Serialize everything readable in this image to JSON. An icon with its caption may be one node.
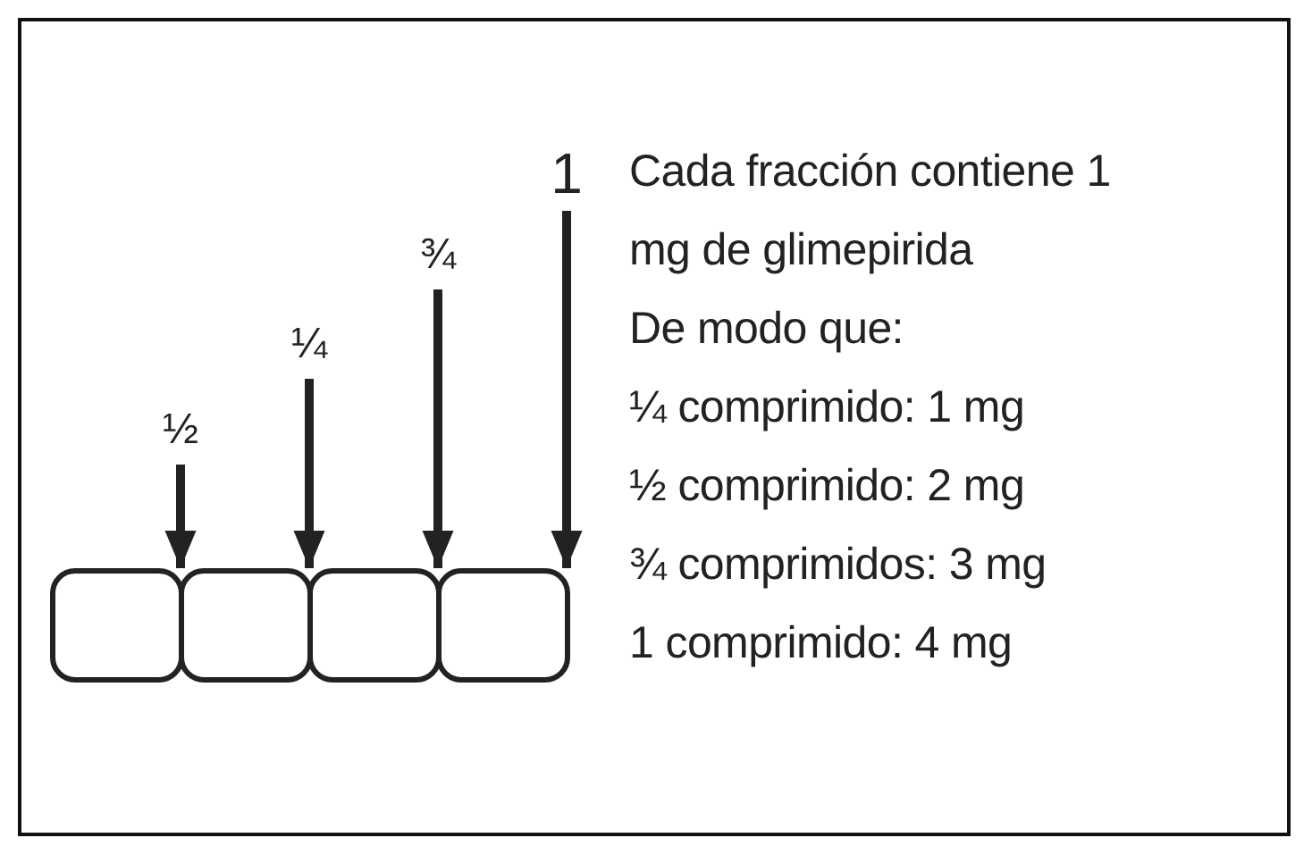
{
  "diagram": {
    "nodes": [
      {
        "text": [
          "½"
        ]
      },
      {
        "text": [
          "¼"
        ]
      },
      {
        "text": [
          "¾"
        ]
      },
      {
        "text": [
          "1"
        ]
      },
      {
        "text": [],
        "shape": "box"
      },
      {
        "text": [],
        "shape": "box"
      },
      {
        "text": [],
        "shape": "box"
      },
      {
        "text": [],
        "shape": "box"
      }
    ],
    "edges": [
      {
        "from": 0,
        "to": 4,
        "arrow": "to"
      },
      {
        "from": 1,
        "to": 5,
        "arrow": "to"
      },
      {
        "from": 2,
        "to": 6,
        "arrow": "to"
      },
      {
        "from": 3,
        "to": 7,
        "arrow": "to"
      }
    ],
    "labels": [
      "Cada fracción contiene 1 mg de glimepirida",
      "De modo que:",
      "¼ comprimido: 1 mg",
      "½ comprimido: 2 mg",
      "¾ comprimidos: 3 mg",
      "1 comprimido: 4 mg"
    ]
  }
}
